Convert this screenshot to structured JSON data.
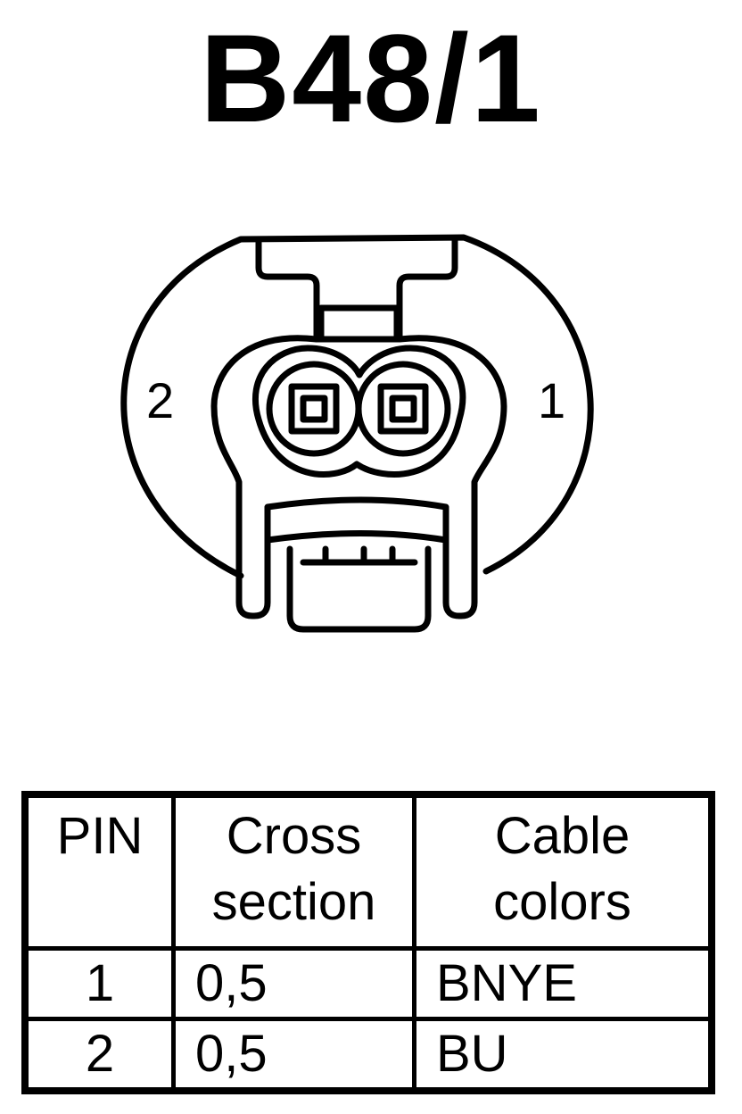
{
  "title": "B48/1",
  "connector": {
    "pin_labels": {
      "left": "2",
      "right": "1"
    }
  },
  "table": {
    "headers": {
      "pin": "PIN",
      "cross_section": [
        "Cross",
        "section"
      ],
      "cable_colors": [
        "Cable",
        "colors"
      ]
    },
    "rows": [
      {
        "pin": "1",
        "cross_section": "0,5",
        "cable_color": "BNYE"
      },
      {
        "pin": "2",
        "cross_section": "0,5",
        "cable_color": "BU"
      }
    ]
  }
}
